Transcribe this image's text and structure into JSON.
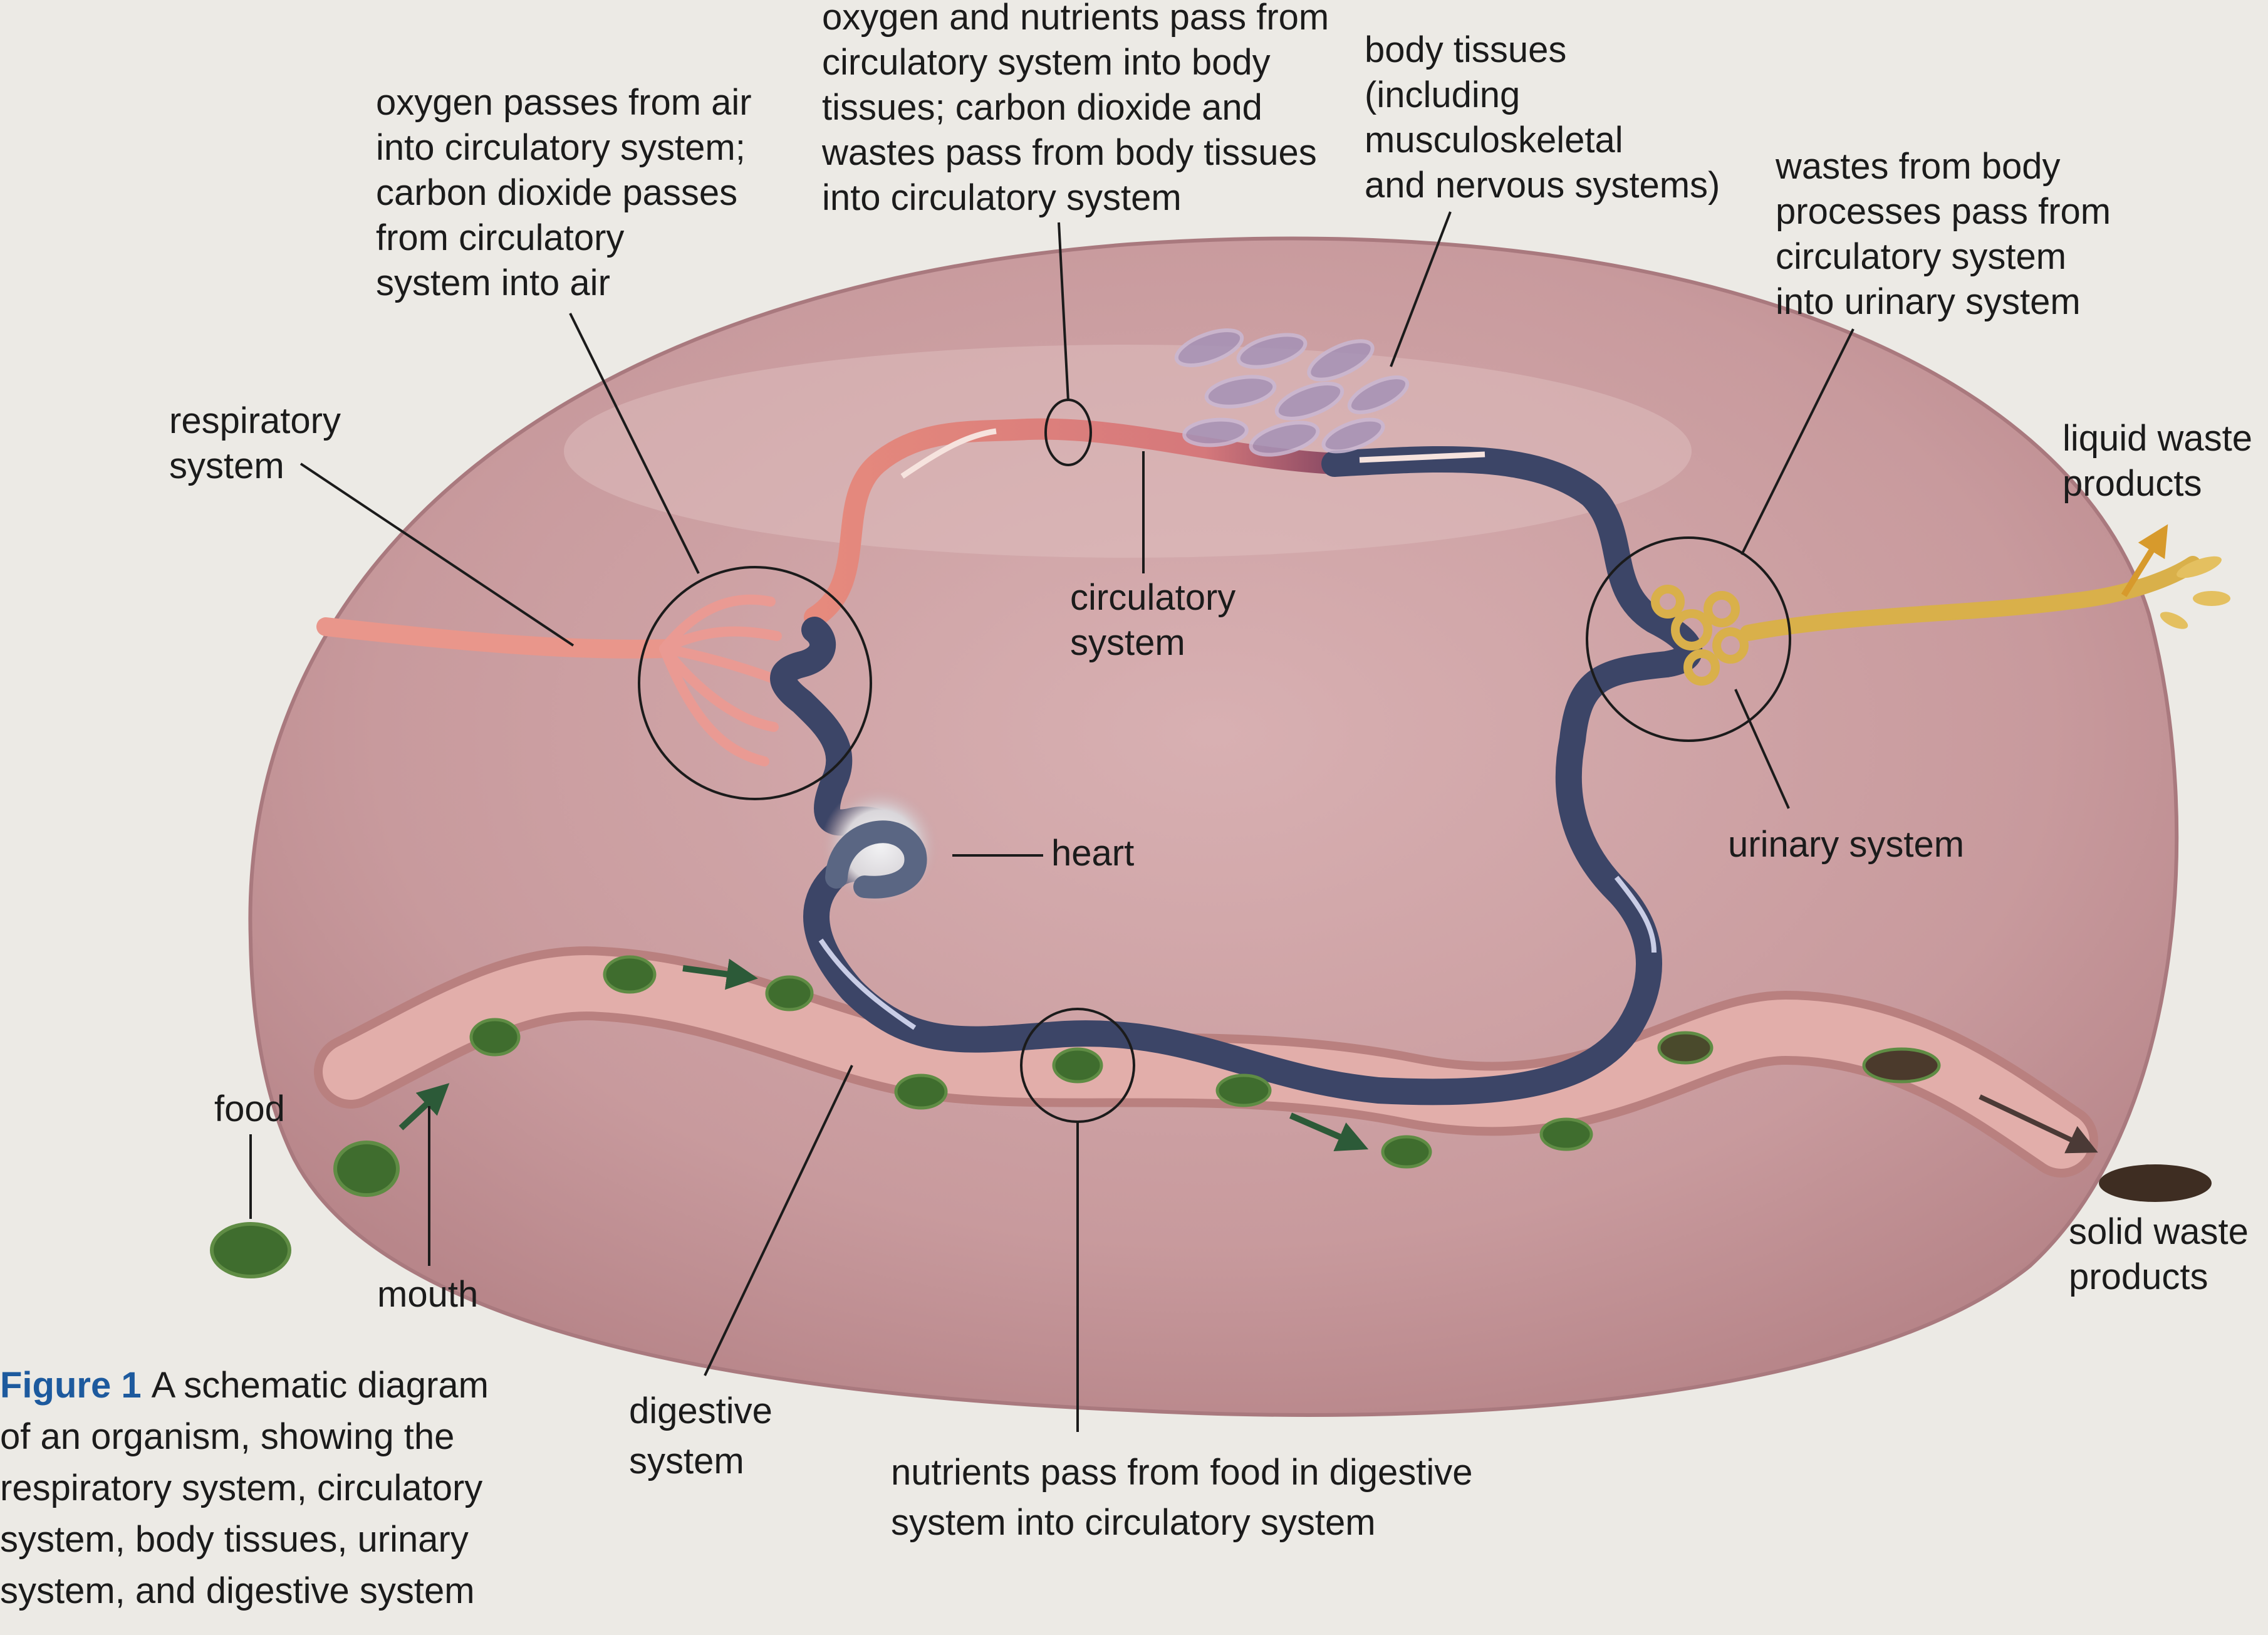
{
  "labels": {
    "gas_exchange": "oxygen passes from air\ninto circulatory system;\ncarbon dioxide passes\nfrom circulatory\nsystem into air",
    "tissue_exchange": "oxygen and nutrients pass from\ncirculatory system into body\ntissues; carbon dioxide and\nwastes pass from body tissues\ninto circulatory system",
    "body_tissues": "body tissues\n(including\nmusculoskeletal\nand nervous systems)",
    "urinary_exchange": "wastes from body\nprocesses pass from\ncirculatory system\ninto urinary system",
    "respiratory_system": "respiratory\nsystem",
    "liquid_waste": "liquid waste\nproducts",
    "circulatory_system": "circulatory\nsystem",
    "heart": "heart",
    "urinary_system": "urinary system",
    "food": "food",
    "mouth": "mouth",
    "solid_waste": "solid waste\nproducts",
    "digestive_system": "digestive\nsystem",
    "nutrient_exchange": "nutrients pass from food in digestive\nsystem into circulatory system"
  },
  "caption": {
    "figure": "Figure 1",
    "text": "A schematic diagram of an organism, showing the respiratory system, circulatory system, body tissues, urinary system, and digestive system"
  },
  "colors": {
    "body": "#c99b9e",
    "body_edge": "#a9797e",
    "oxygenated": "#e3867a",
    "deoxygenated": "#3c4567",
    "urinary": "#d9b04a",
    "gut": "#dfa9a4",
    "food": "#3f6d2e",
    "caption_accent": "#1d5a9e"
  }
}
